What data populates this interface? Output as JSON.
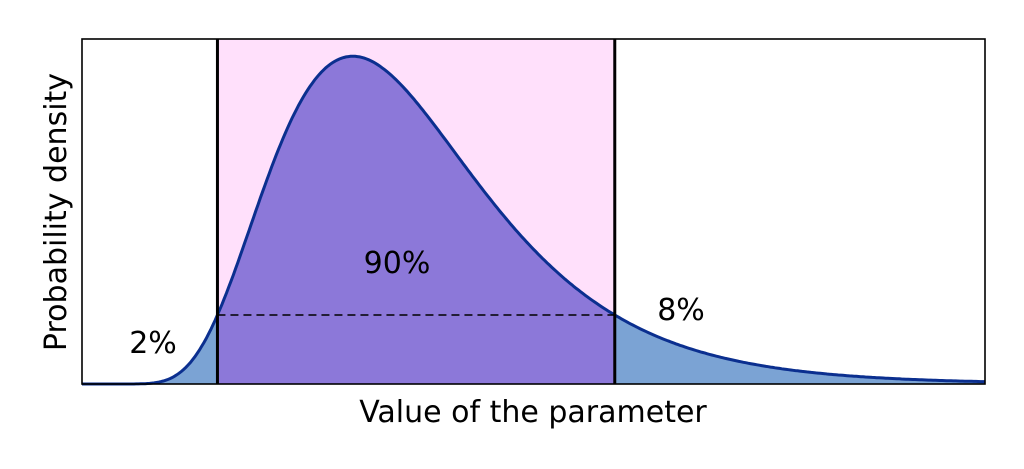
{
  "chart_data": {
    "type": "area",
    "title": "",
    "xlabel": "Value of the parameter",
    "ylabel": "Probability density",
    "xlim": [
      0,
      10
    ],
    "ylim": [
      0,
      1
    ],
    "ticks_shown": false,
    "grid": false,
    "distribution": "right-skewed density curve",
    "peak": {
      "x": 3.0,
      "y": 0.95
    },
    "interval": {
      "lower": 1.5,
      "upper": 5.9
    },
    "density_at_bounds": 0.2,
    "regions": [
      {
        "label": "2%",
        "side": "left tail",
        "fill": "#7ba3d4"
      },
      {
        "label": "90%",
        "side": "central interval",
        "fill": "#8c78d9",
        "background": "#ffe0fb"
      },
      {
        "label": "8%",
        "side": "right tail",
        "fill": "#7ba3d4"
      }
    ],
    "curve_color": "#0b2f8f",
    "boundary_color": "#000000",
    "dashed_level_line": true
  }
}
